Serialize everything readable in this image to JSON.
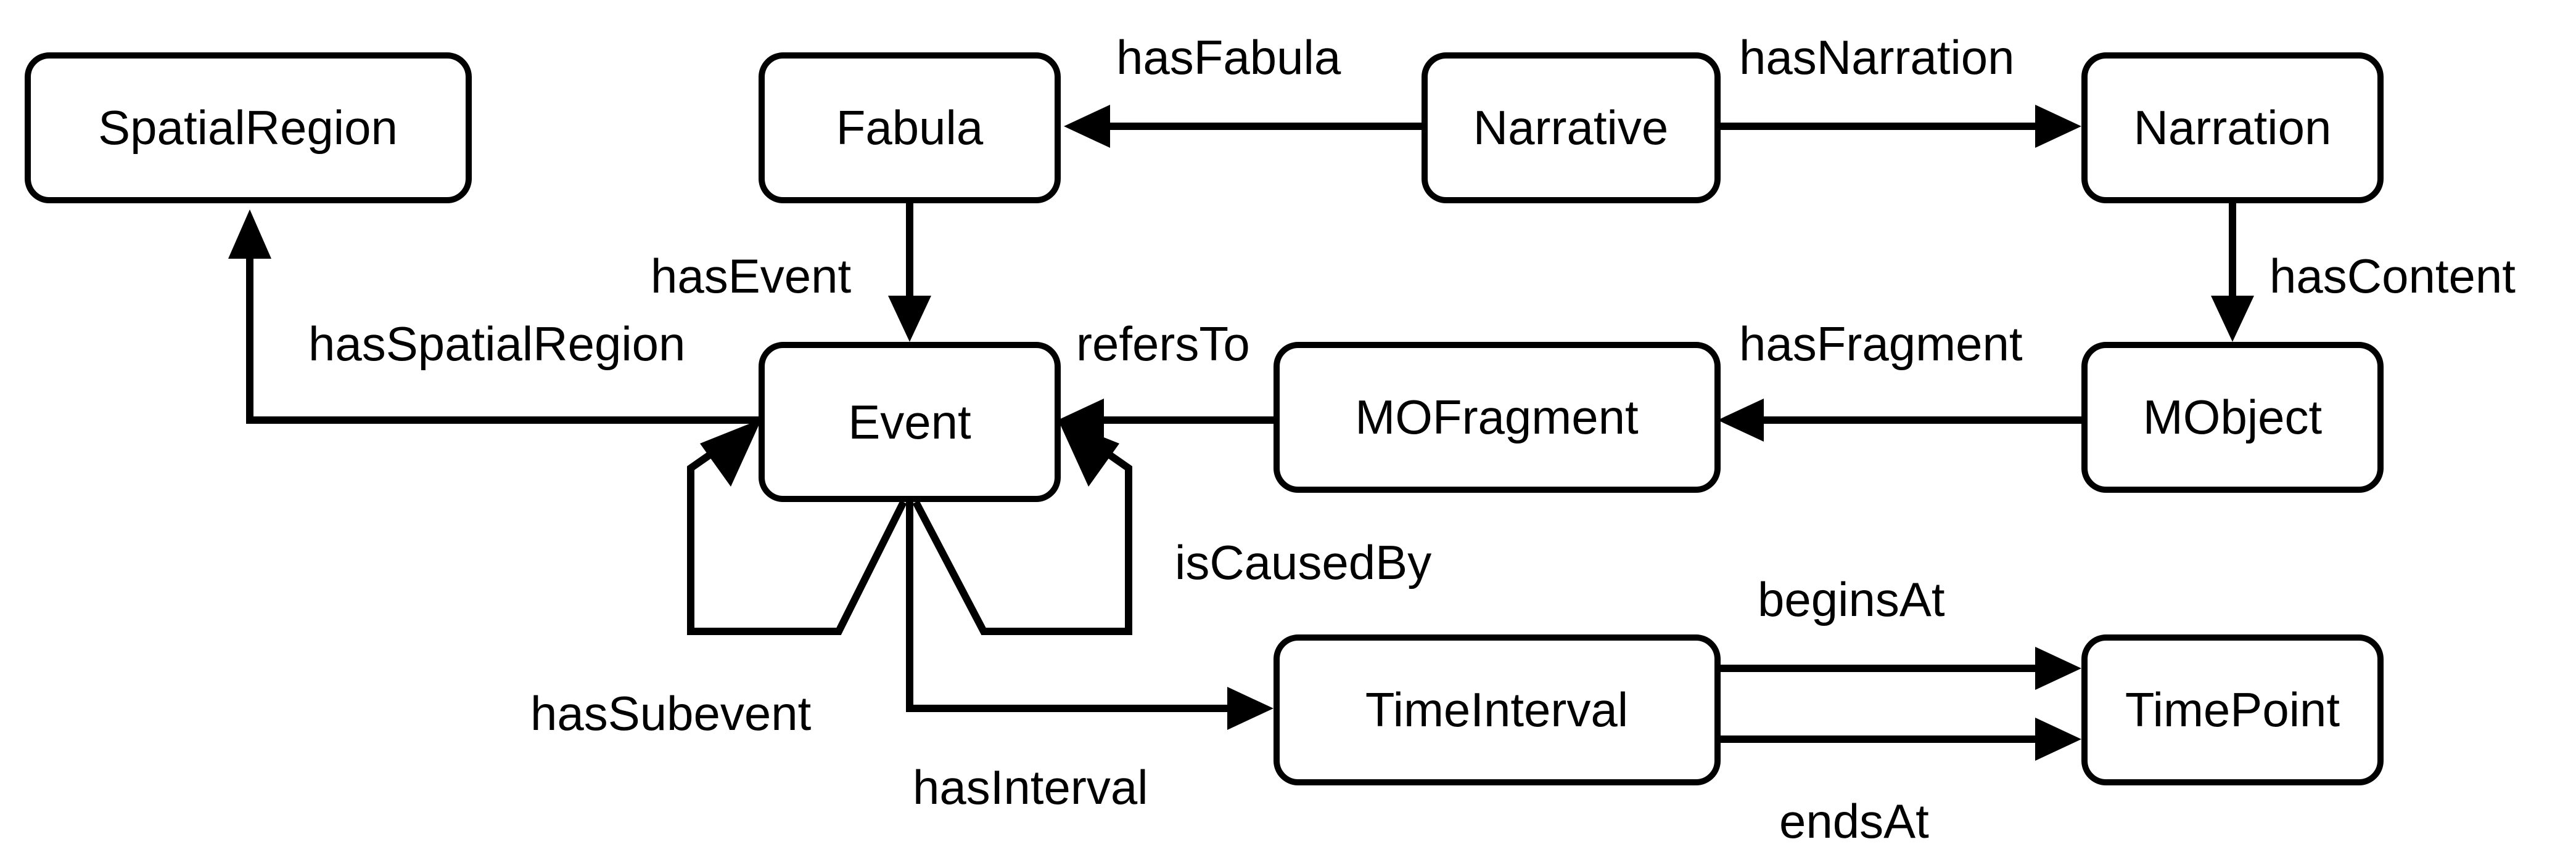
{
  "nodes": {
    "spatial_region": "SpatialRegion",
    "fabula": "Fabula",
    "narrative": "Narrative",
    "narration": "Narration",
    "event": "Event",
    "mo_fragment": "MOFragment",
    "m_object": "MObject",
    "time_interval": "TimeInterval",
    "time_point": "TimePoint"
  },
  "edges": {
    "has_fabula": "hasFabula",
    "has_narration": "hasNarration",
    "has_event": "hasEvent",
    "has_content": "hasContent",
    "has_spatial_region": "hasSpatialRegion",
    "refers_to": "refersTo",
    "has_fragment": "hasFragment",
    "is_caused_by": "isCausedBy",
    "has_subevent": "hasSubevent",
    "has_interval": "hasInterval",
    "begins_at": "beginsAt",
    "ends_at": "endsAt"
  },
  "colors": {
    "stroke": "#000000",
    "fill": "#ffffff",
    "text": "#000000"
  }
}
